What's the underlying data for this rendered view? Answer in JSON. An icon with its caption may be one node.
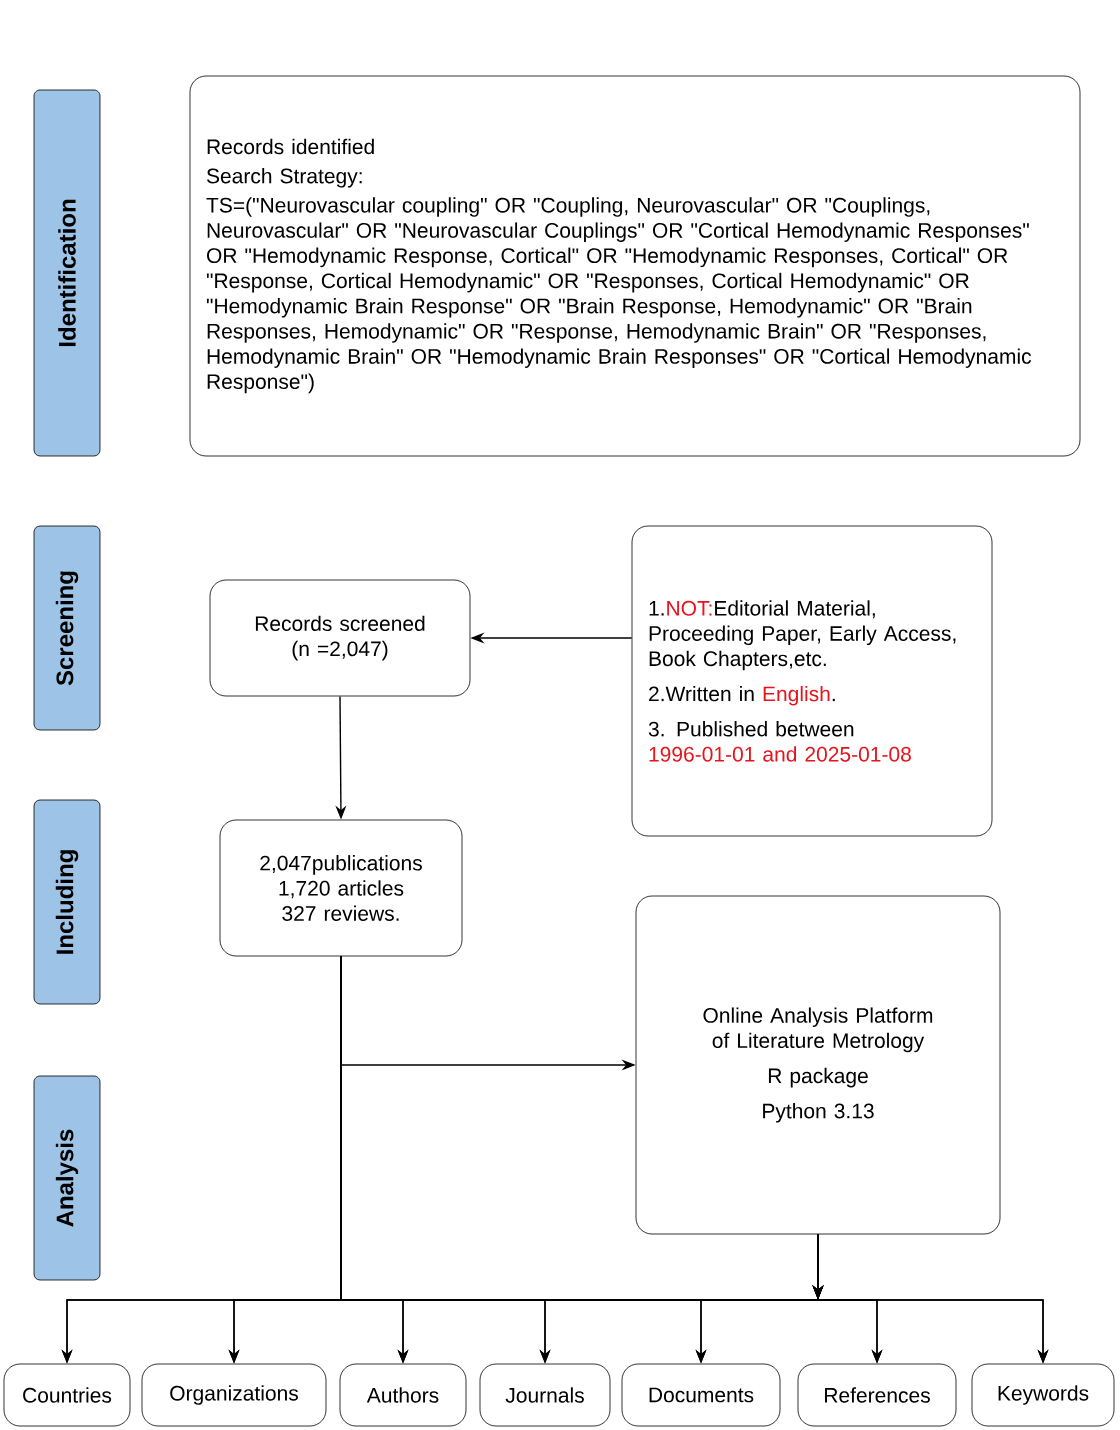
{
  "diagram": {
    "nodes": [
      {
        "text": [
          "Identification"
        ]
      },
      {
        "text": [
          "Screening"
        ]
      },
      {
        "text": [
          "Including"
        ]
      },
      {
        "text": [
          "Analysis"
        ]
      },
      {
        "text": [
          "Records identified",
          "Search Strategy:",
          "TS=(\"Neurovascular coupling\" OR \"Coupling, Neurovascular\" OR \"Couplings, Neurovascular\" OR \"Neurovascular Couplings\" OR \"Cortical Hemodynamic Responses\" OR \"Hemodynamic Response, Cortical\" OR \"Hemodynamic Responses, Cortical\" OR \"Response, Cortical Hemodynamic\" OR \"Responses, Cortical Hemodynamic\" OR \"Hemodynamic Brain Response\" OR \"Brain Response, Hemodynamic\" OR \"Brain Responses, Hemodynamic\" OR \"Response, Hemodynamic Brain\" OR \"Responses, Hemodynamic Brain\" OR \"Hemodynamic Brain Responses\" OR \"Cortical Hemodynamic Response\")"
        ]
      },
      {
        "text": [
          "Records screened (n =2,047)"
        ]
      },
      {
        "text": [
          "1.",
          "NOT:",
          "Editorial Material, Proceeding Paper, Early Access, Book Chapters,etc.",
          "2.Written in",
          "English",
          ".",
          "3. Published between",
          "1996-01-01 and 2025-01-08"
        ]
      },
      {
        "text": [
          "2,047publications",
          "1,720 articles",
          "327 reviews."
        ]
      },
      {
        "text": [
          "Online Analysis Platform of Literature Metrology",
          "R package",
          "Python 3.13"
        ]
      },
      {
        "text": [
          "Countries"
        ]
      },
      {
        "text": [
          "Organizations"
        ]
      },
      {
        "text": [
          "Authors"
        ]
      },
      {
        "text": [
          "Journals"
        ]
      },
      {
        "text": [
          "Documents"
        ]
      },
      {
        "text": [
          "References"
        ]
      },
      {
        "text": [
          "Keywords"
        ]
      }
    ],
    "edges": [
      {
        "from": 6,
        "to": 5,
        "arrow": "to"
      },
      {
        "from": 5,
        "to": 7,
        "arrow": "to"
      },
      {
        "from": 7,
        "to": 8,
        "arrow": "to"
      },
      {
        "from": 7,
        "to": 9,
        "arrow": "to"
      },
      {
        "from": 7,
        "to": 10,
        "arrow": "to"
      },
      {
        "from": 7,
        "to": 11,
        "arrow": "to"
      },
      {
        "from": 7,
        "to": 12,
        "arrow": "to"
      },
      {
        "from": 7,
        "to": 13,
        "arrow": "to"
      },
      {
        "from": 7,
        "to": 14,
        "arrow": "to"
      },
      {
        "from": 7,
        "to": 15,
        "arrow": "to"
      },
      {
        "from": 8,
        "to": 9,
        "arrow": "to"
      },
      {
        "from": 8,
        "to": 10,
        "arrow": "to"
      },
      {
        "from": 8,
        "to": 11,
        "arrow": "to"
      },
      {
        "from": 8,
        "to": 12,
        "arrow": "to"
      },
      {
        "from": 8,
        "to": 13,
        "arrow": "to"
      },
      {
        "from": 8,
        "to": 14,
        "arrow": "to"
      },
      {
        "from": 8,
        "to": 15,
        "arrow": "to"
      }
    ]
  }
}
